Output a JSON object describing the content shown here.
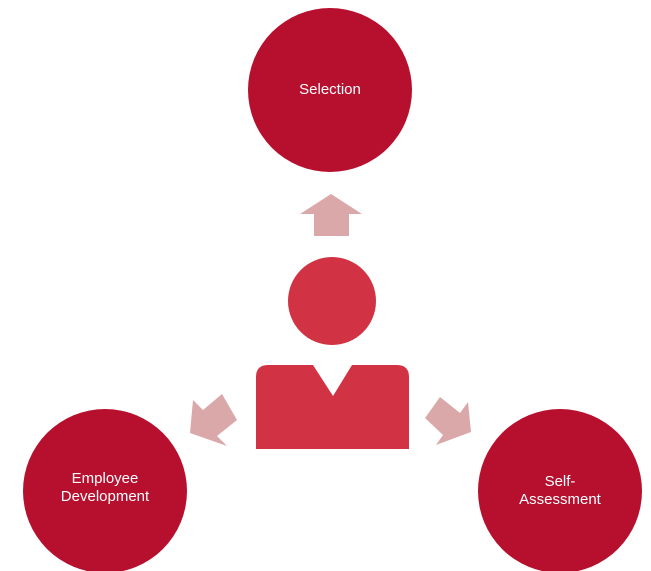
{
  "diagram": {
    "nodes": {
      "top": {
        "label": "Selection"
      },
      "left": {
        "line1": "Employee",
        "line2": "Development"
      },
      "right": {
        "line1": "Self-",
        "line2": "Assessment"
      }
    },
    "colors": {
      "circle": "#B70F2E",
      "person": "#D13344",
      "arrow": "#DBA8AA",
      "text": "#FFFFFF"
    },
    "icons": [
      "person-icon",
      "arrow-up-icon",
      "arrow-down-left-icon",
      "arrow-down-right-icon"
    ]
  }
}
